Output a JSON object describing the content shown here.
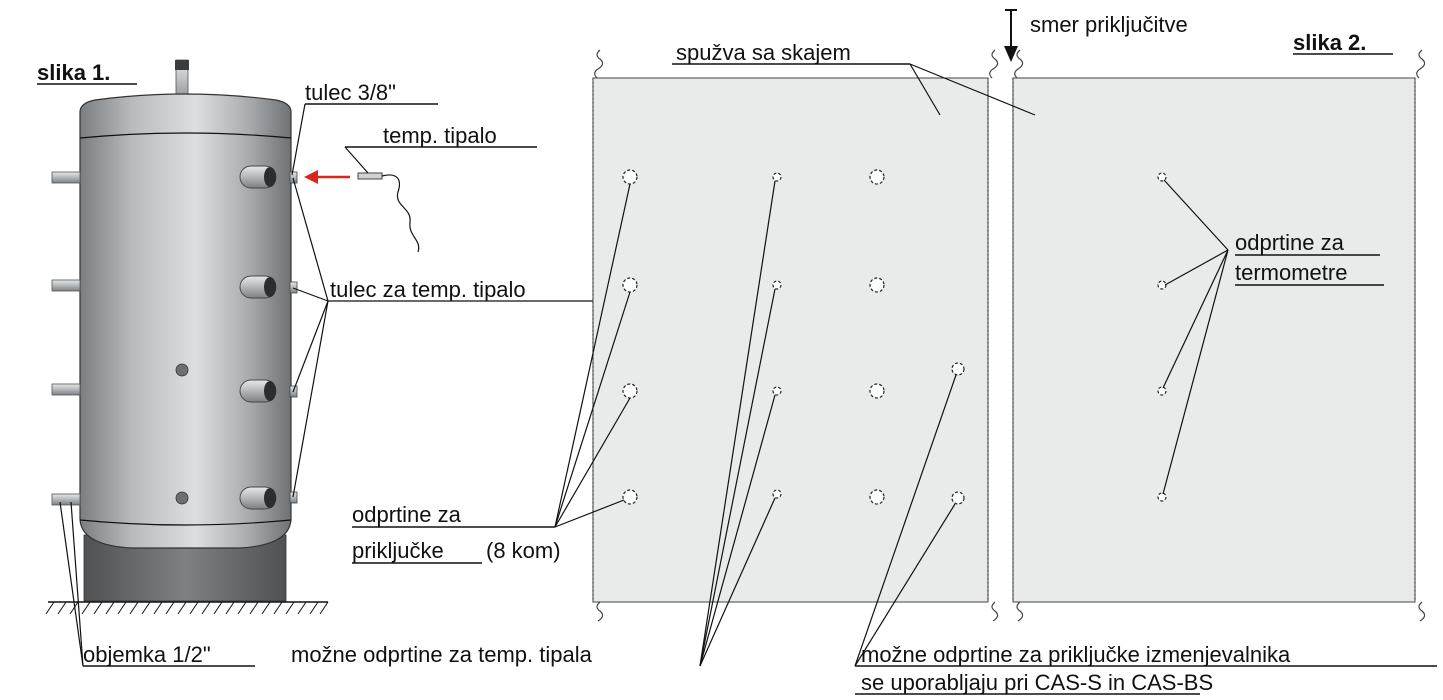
{
  "figure1": {
    "title": "slika 1.",
    "labels": {
      "sleeve_3_8": "tulec 3/8\"",
      "temp_sensor": "temp. tipalo",
      "sleeve_temp_sensor": "tulec za temp. tipalo",
      "clamp_1_2": "objemka 1/2\""
    }
  },
  "figure2": {
    "title": "slika 2.",
    "labels": {
      "direction": "smer priključitve",
      "sponge": "spužva sa skajem",
      "openings_connections_line1": "odprtine za",
      "openings_connections_line2": "priključke",
      "openings_connections_count": "(8 kom)",
      "openings_thermometers_line1": "odprtine za",
      "openings_thermometers_line2": "termometre",
      "possible_sensor_openings": "možne odprtine za temp. tipala",
      "possible_exchanger_openings": "možne odprtine za priključke izmenjevalnika",
      "exchanger_models_note": "se uporabljaju pri CAS-S in CAS-BS"
    }
  },
  "colors": {
    "arrow": "#d62718",
    "tank_metal": "#a6a9ab",
    "sheet_fill": "#e9eaea",
    "stand": "#6d6f70"
  }
}
